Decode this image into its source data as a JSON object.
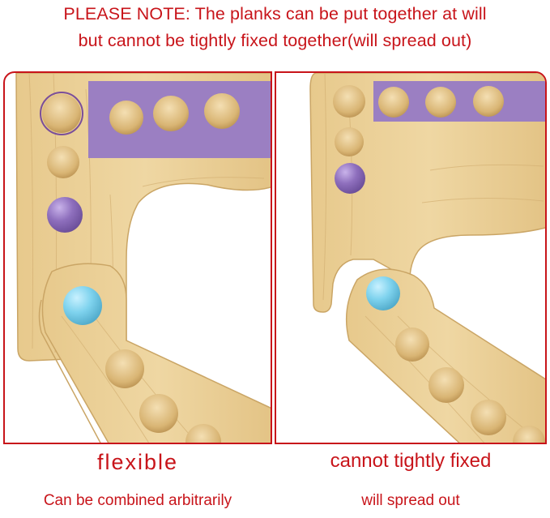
{
  "note": {
    "line1": "PLEASE NOTE:  The planks can be put together at will",
    "line2": "but cannot be tightly fixed together(will spread out)"
  },
  "left": {
    "caption": "flexible",
    "subcaption": "Can be combined arbitrarily"
  },
  "right": {
    "caption": "cannot tightly fixed",
    "subcaption": "will spread out"
  },
  "colors": {
    "accent": "#c8141a",
    "wood": "#e9cc91",
    "wood_dark": "#c9a466",
    "purple": "#9b7fc2",
    "marble_blue": "#7fd3ee",
    "marble_purple": "#8e6fbd"
  },
  "icons": [
    "wooden-plank",
    "purple-marble",
    "blue-marble",
    "marble-hole"
  ]
}
